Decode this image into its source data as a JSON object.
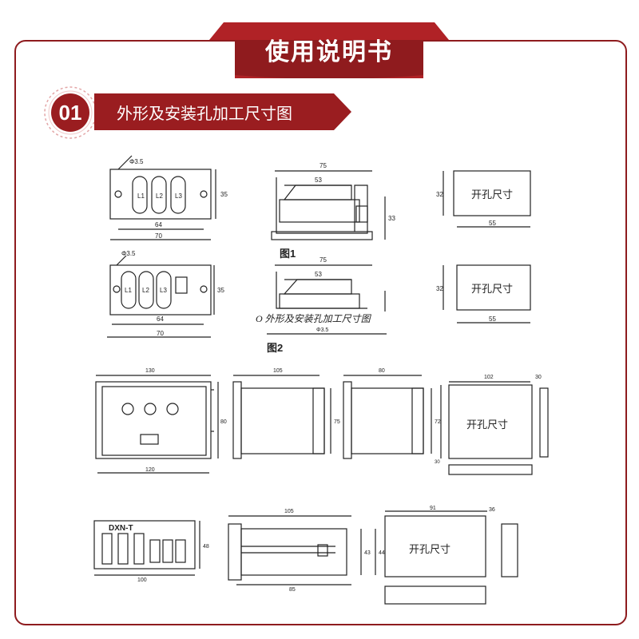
{
  "header": {
    "title": "使用说明书"
  },
  "section": {
    "number": "01",
    "title": "外形及安装孔加工尺寸图"
  },
  "figure_labels": {
    "fig1": "图1",
    "fig2": "图2",
    "caption": "O 外形及安装孔加工尺寸图"
  },
  "cutout_label": "开孔尺寸",
  "model_label": "DXN-T",
  "lamp_labels": [
    "L1",
    "L2",
    "L3"
  ],
  "dims": {
    "phi": "Φ3.5",
    "d35": "35",
    "d64": "64",
    "d70": "70",
    "d75": "75",
    "d53": "53",
    "d33": "33",
    "d32": "32",
    "d55": "55",
    "d130": "130",
    "d80": "80",
    "d120": "120",
    "d105": "105",
    "d75b": "75",
    "d72": "72",
    "d102": "102",
    "d30": "30",
    "d48": "48",
    "d100": "100",
    "d85": "85",
    "d91": "91",
    "d36": "36",
    "d43": "43",
    "d44": "44",
    "phi_b": "Φ3.5"
  },
  "colors": {
    "accent": "#9a1d20",
    "line": "#222222"
  }
}
